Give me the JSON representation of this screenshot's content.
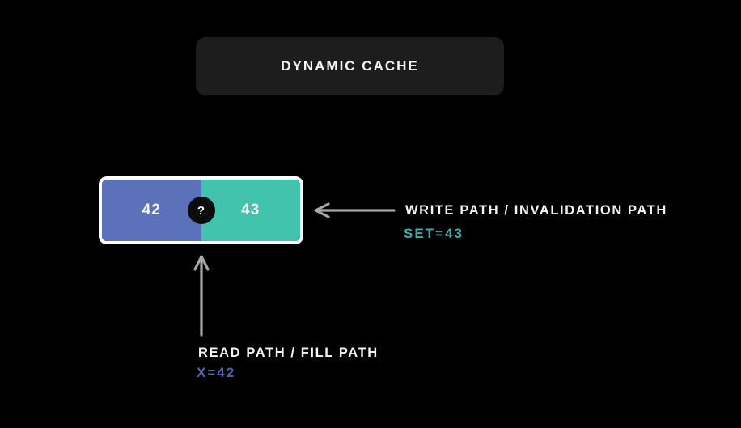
{
  "header": {
    "title": "DYNAMIC CACHE"
  },
  "cache_cell": {
    "old_value": "42",
    "new_value": "43",
    "separator": "?"
  },
  "write_path": {
    "label": "WRITE PATH / INVALIDATION PATH",
    "detail": "SET=43"
  },
  "read_path": {
    "label": "READ PATH / FILL PATH",
    "detail": "X=42"
  },
  "icons": {
    "write_arrow": "arrow-left-icon",
    "read_arrow": "arrow-up-icon"
  },
  "colors": {
    "bg": "#000000",
    "header_bg": "#1d1d1d",
    "text": "#f5f5f5",
    "cell_old": "#5b72bb",
    "cell_new": "#41c3ae",
    "cell_border": "#ffffff",
    "circle_bg": "#0d0d0d",
    "arrow": "#a8a8a8",
    "teal_text": "#35b3ac",
    "blue_text": "#4a67b3"
  }
}
